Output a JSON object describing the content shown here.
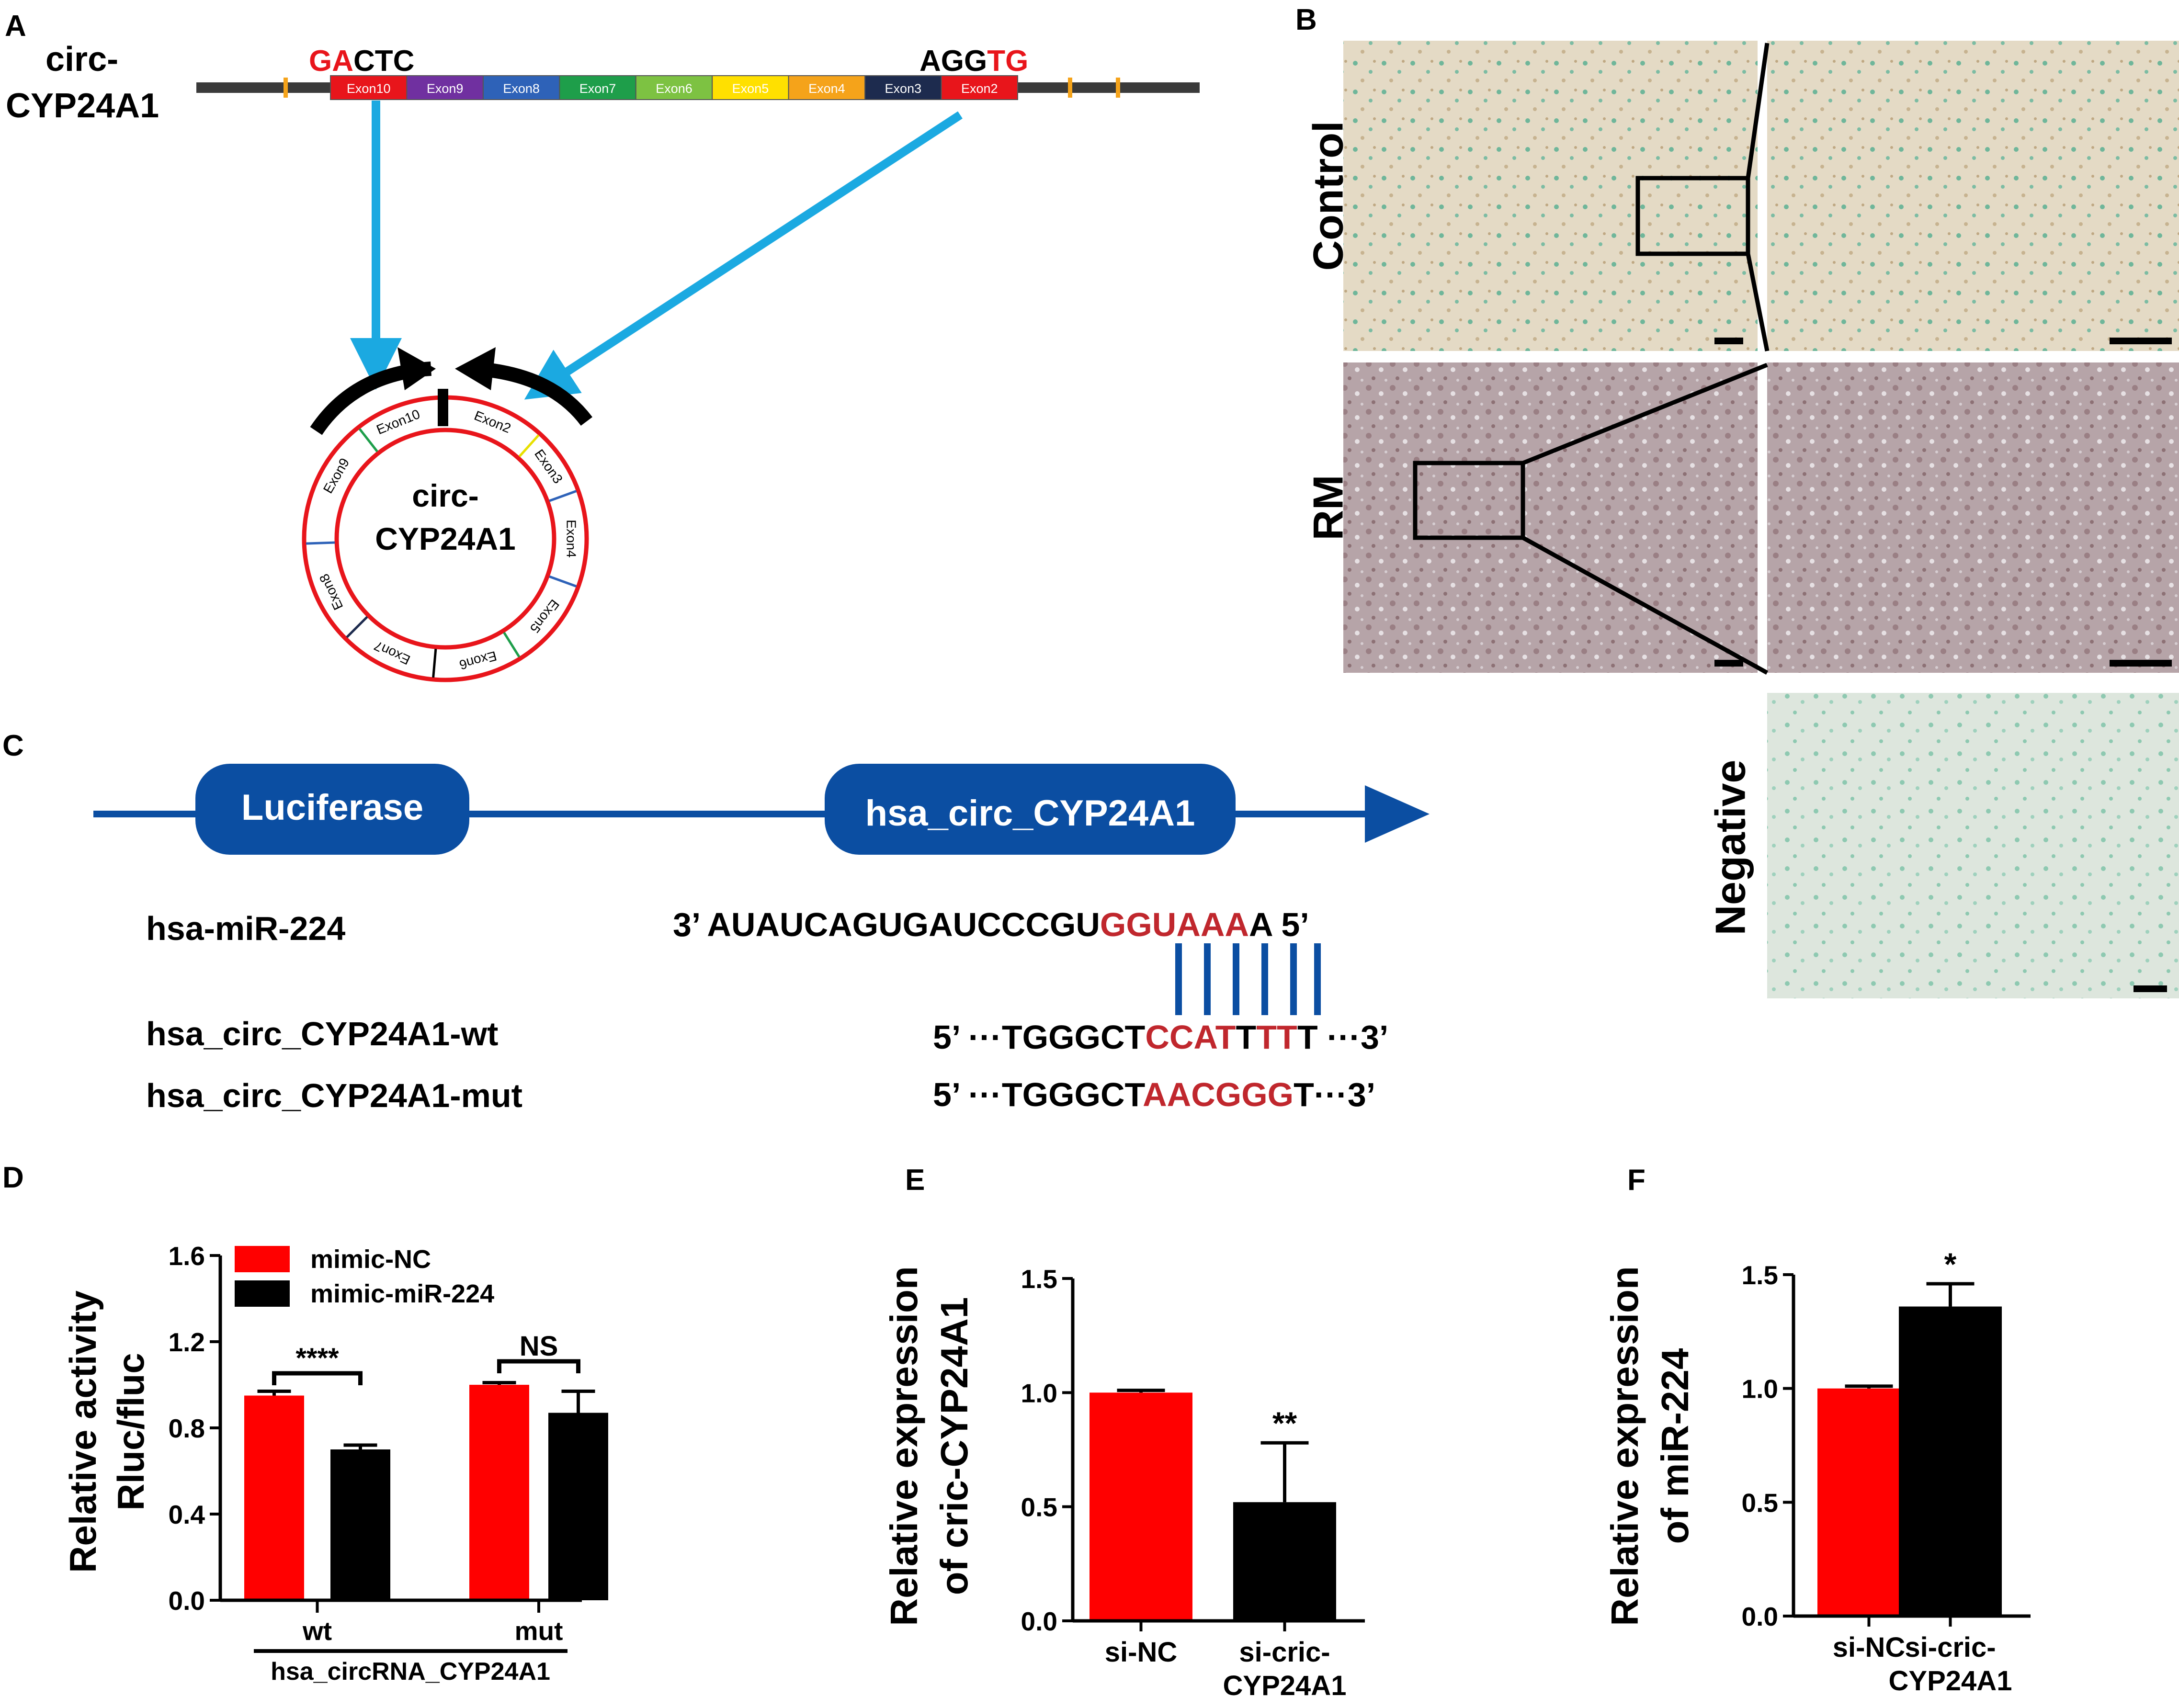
{
  "panel_a": {
    "letter": "A",
    "label_line1": "circ-",
    "label_line2": "CYP24A1",
    "seq_left_red": "GA",
    "seq_left_black": "CTC",
    "seq_right_black": "AGG",
    "seq_right_red": "TG",
    "exons": [
      {
        "label": "Exon10",
        "color": "#e8151b"
      },
      {
        "label": "Exon9",
        "color": "#7030a0"
      },
      {
        "label": "Exon8",
        "color": "#2e62b8"
      },
      {
        "label": "Exon7",
        "color": "#1e9e4a"
      },
      {
        "label": "Exon6",
        "color": "#7dc242"
      },
      {
        "label": "Exon5",
        "color": "#ffe000"
      },
      {
        "label": "Exon4",
        "color": "#f5a31a"
      },
      {
        "label": "Exon3",
        "color": "#1d2b4e"
      },
      {
        "label": "Exon2",
        "color": "#e8151b"
      }
    ],
    "circle_center_line1": "circ-",
    "circle_center_line2": "CYP24A1",
    "ring_exons": [
      "Exon10",
      "Exon2",
      "Exon3",
      "Exon4",
      "Exon5",
      "Exon6",
      "Exon7",
      "Exon8",
      "Exon9"
    ]
  },
  "panel_b": {
    "letter": "B",
    "row_labels": [
      "Control",
      "RM",
      "Negative"
    ]
  },
  "panel_c": {
    "letter": "C",
    "box1": "Luciferase",
    "box2": "hsa_circ_CYP24A1",
    "row1_label": "hsa-miR-224",
    "row2_label": "hsa_circ_CYP24A1-wt",
    "row3_label": "hsa_circ_CYP24A1-mut",
    "mir_prefix": "3’ AUAUCAGUGAUCCCGU",
    "mir_red": "GGUAAA",
    "mir_suffix": "A 5’",
    "wt_prefix": "5’ ···TGGGCT",
    "wt_red1": "CCAT",
    "wt_mid": "T",
    "wt_red2": "TT",
    "wt_suffix": "T ···3’",
    "mut_prefix": "5’ ···TGGGCT",
    "mut_red": "AACGGG",
    "mut_suffix": "T···3’"
  },
  "chart_data": [
    {
      "panel": "D",
      "type": "bar",
      "ylabel_line1": "Relative activity",
      "ylabel_line2": "Rluc/fluc",
      "ylim": [
        0,
        1.6
      ],
      "yticks": [
        "0.0",
        "0.4",
        "0.8",
        "1.2",
        "1.6"
      ],
      "categories": [
        "wt",
        "mut"
      ],
      "group_label": "hsa_circRNA_CYP24A1",
      "series": [
        {
          "name": "mimic-NC",
          "color": "#ff0000",
          "values": [
            0.95,
            1.0
          ],
          "errors": [
            0.02,
            0.01
          ]
        },
        {
          "name": "mimic-miR-224",
          "color": "#000000",
          "values": [
            0.7,
            0.87
          ],
          "errors": [
            0.02,
            0.1
          ]
        }
      ],
      "annotations": [
        "****",
        "NS"
      ]
    },
    {
      "panel": "E",
      "type": "bar",
      "ylabel_line1": "Relative expression",
      "ylabel_line2": "of cric-CYP24A1",
      "ylim": [
        0,
        1.5
      ],
      "yticks": [
        "0.0",
        "0.5",
        "1.0",
        "1.5"
      ],
      "categories": [
        "si-NC",
        "si-cric-\nCYP24A1"
      ],
      "values": [
        1.0,
        0.52
      ],
      "errors": [
        0.01,
        0.26
      ],
      "colors": [
        "#ff0000",
        "#000000"
      ],
      "annotation": "**"
    },
    {
      "panel": "F",
      "type": "bar",
      "ylabel_line1": "Relative expression",
      "ylabel_line2": "of miR-224",
      "ylim": [
        0,
        1.5
      ],
      "yticks": [
        "0.0",
        "0.5",
        "1.0",
        "1.5"
      ],
      "categories": [
        "si-NC",
        "si-cric-\nCYP24A1"
      ],
      "values": [
        1.0,
        1.36
      ],
      "errors": [
        0.01,
        0.1
      ],
      "colors": [
        "#ff0000",
        "#000000"
      ],
      "annotation": "*"
    }
  ]
}
